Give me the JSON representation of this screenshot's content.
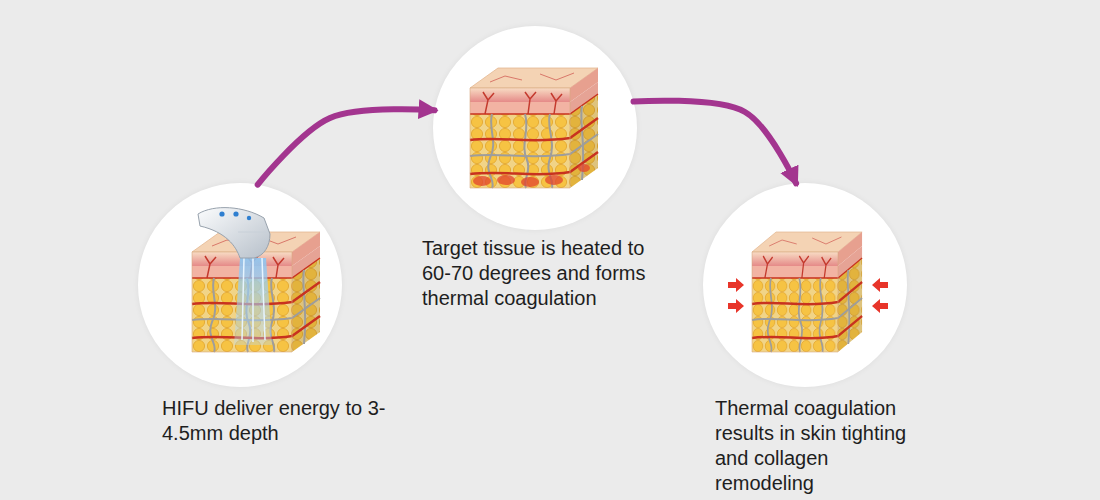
{
  "diagram": {
    "nodes": [
      {
        "text": [
          "HIFU deliver energy to 3-4.5mm depth"
        ]
      },
      {
        "text": [
          "Target tissue is heated to 60-70 degrees and forms thermal coagulation"
        ]
      },
      {
        "text": [
          "Thermal coagulation results in skin tighting and collagen remodeling"
        ]
      }
    ],
    "edges": [
      {
        "from": 0,
        "to": 1,
        "arrow": "to"
      },
      {
        "from": 1,
        "to": 2,
        "arrow": "to"
      }
    ]
  }
}
